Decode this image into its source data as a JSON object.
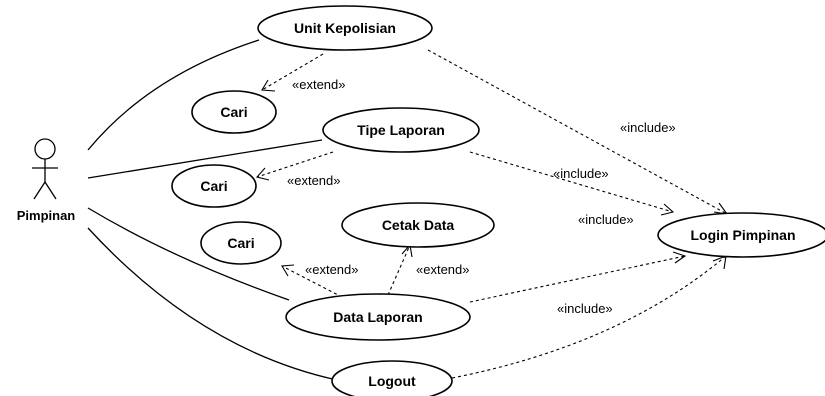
{
  "actor": {
    "name": "Pimpinan"
  },
  "use_cases": {
    "unit_kepolisian": "Unit Kepolisian",
    "cari_unit": "Cari",
    "tipe_laporan": "Tipe Laporan",
    "cari_tipe": "Cari",
    "cetak_data": "Cetak Data",
    "cari_data": "Cari",
    "data_laporan": "Data Laporan",
    "logout": "Logout",
    "login_pimpinan": "Login Pimpinan"
  },
  "relationships": {
    "extend_unit_cari": "«extend»",
    "extend_tipe_cari": "«extend»",
    "extend_data_cari": "«extend»",
    "extend_data_cetak": "«extend»",
    "include_unit_login": "«include»",
    "include_tipe_login": "«include»",
    "include_data_login": "«include»",
    "include_logout_login": "«include»"
  }
}
